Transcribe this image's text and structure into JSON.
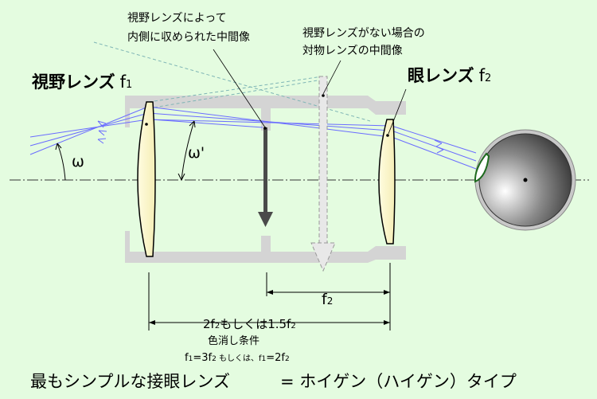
{
  "annotations": {
    "field_image_line1": "視野レンズによって",
    "field_image_line2": "内側に収められた中間像",
    "objective_image_line1": "視野レンズがない場合の",
    "objective_image_line2": "対物レンズの中間像"
  },
  "labels": {
    "field_lens_name": "視野レンズ",
    "field_lens_focal": "f",
    "field_lens_sub": "1",
    "eye_lens_name": "眼レンズ",
    "eye_lens_focal": "f",
    "eye_lens_sub": "2",
    "omega": "ω",
    "omega_prime": "ω'"
  },
  "dimensions": {
    "f2_main": "f",
    "f2_sub": "2",
    "separation_a": "2f",
    "separation_a_sub": "2",
    "separation_b": "もしくは1.5f",
    "separation_b_sub": "2",
    "achromat_title": "色消し条件",
    "achromat_a": "f",
    "achromat_a_sub": "1",
    "achromat_b": "=3f",
    "achromat_b_sub": "2",
    "achromat_c": " もしくは、f",
    "achromat_c_sub": "1",
    "achromat_d": "=2f",
    "achromat_d_sub": "2"
  },
  "caption": {
    "left": "最もシンプルな接眼レンズ",
    "right": "= ホイゲン（ハイゲン）タイプ"
  },
  "colors": {
    "background": "#e4fce0",
    "barrel": "#d4d4d4",
    "lens_fill": "#fffbd0",
    "ray": "#6a6cff",
    "eye_outline": "#1d6a1d"
  }
}
